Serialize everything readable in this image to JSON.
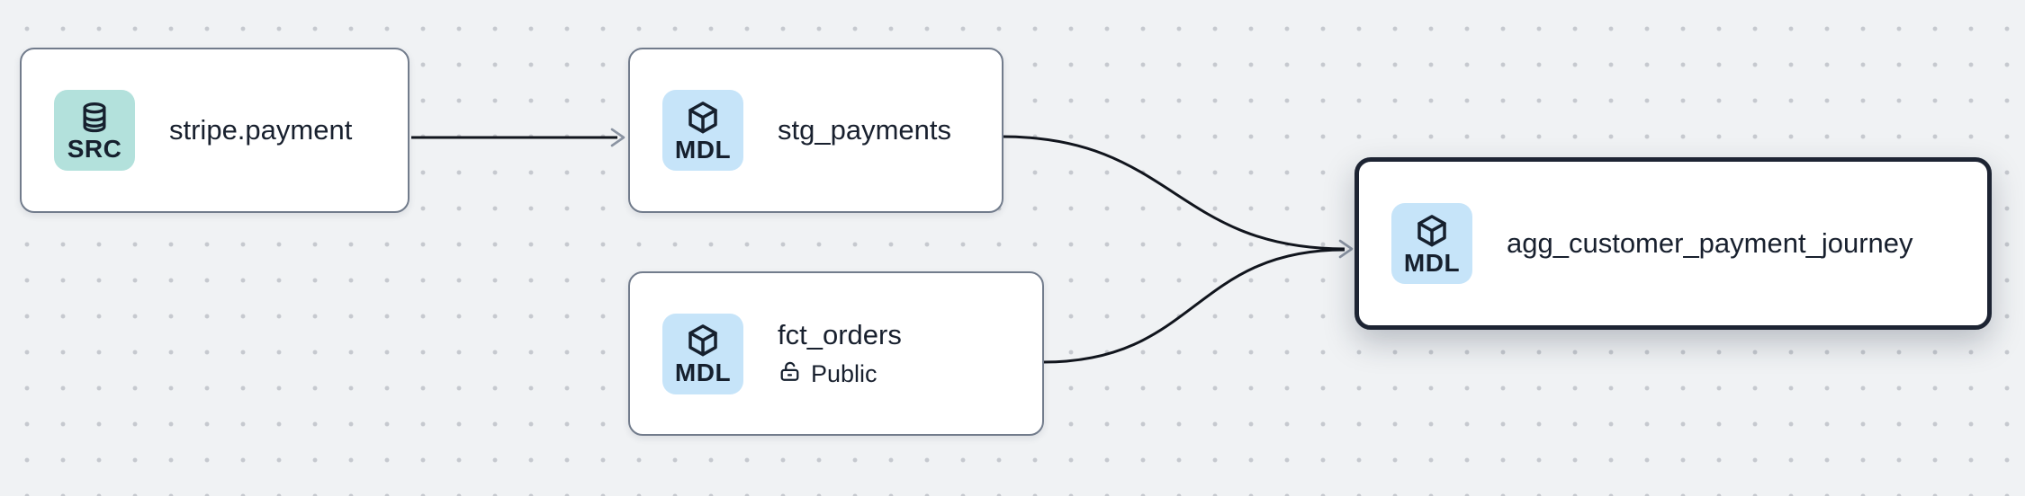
{
  "canvas": {
    "background_color": "#f0f2f4",
    "dot_color": "#c6c9cf",
    "edge_color": "#11151d",
    "arrowhead_color": "#8b94a2",
    "selected_border_color": "#1d2433"
  },
  "nodes": [
    {
      "id": "stripe.payment",
      "title": "stripe.payment",
      "badge": {
        "label": "SRC",
        "icon": "database-icon",
        "color": "#b3e1dc"
      },
      "selected": false
    },
    {
      "id": "stg_payments",
      "title": "stg_payments",
      "badge": {
        "label": "MDL",
        "icon": "cube-icon",
        "color": "#c6e4f9"
      },
      "selected": false
    },
    {
      "id": "fct_orders",
      "title": "fct_orders",
      "badge": {
        "label": "MDL",
        "icon": "cube-icon",
        "color": "#c6e4f9"
      },
      "visibility": {
        "icon": "lock-open-icon",
        "label": "Public"
      },
      "selected": false
    },
    {
      "id": "agg_customer_payment_journey",
      "title": "agg_customer_payment_journey",
      "badge": {
        "label": "MDL",
        "icon": "cube-icon",
        "color": "#c6e4f9"
      },
      "selected": true
    }
  ],
  "edges": [
    {
      "from": "stripe.payment",
      "to": "stg_payments"
    },
    {
      "from": "stg_payments",
      "to": "agg_customer_payment_journey"
    },
    {
      "from": "fct_orders",
      "to": "agg_customer_payment_journey"
    }
  ]
}
